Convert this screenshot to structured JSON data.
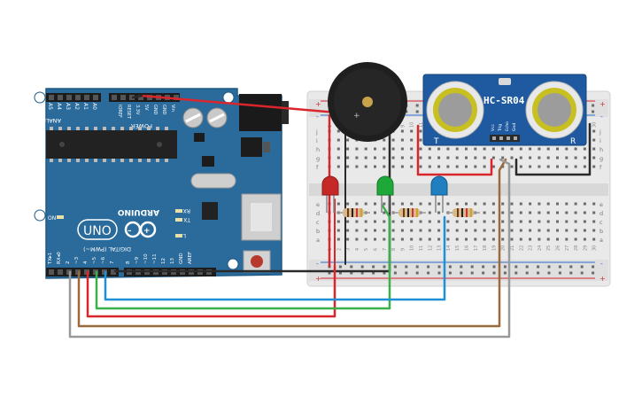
{
  "arduino": {
    "brand": "ARDUINO",
    "model": "UNO",
    "power_label": "POWER",
    "power_pins": [
      "IOREF",
      "RESET",
      "3.3V",
      "5V",
      "GND",
      "GND",
      "Vin"
    ],
    "analog_label": "ANALOG IN",
    "analog_pins": [
      "A0",
      "A1",
      "A2",
      "A3",
      "A4",
      "A5"
    ],
    "digital_label": "DIGITAL (PWM~)",
    "digital_pins": [
      "TX▸1",
      "RX◂0",
      "2",
      "~3",
      "4",
      "~5",
      "~6",
      "7",
      "8",
      "~9",
      "~10",
      "~11",
      "12",
      "13",
      "GND",
      "AREF"
    ],
    "led_labels": [
      "RX",
      "TX",
      "L"
    ],
    "on_label": "ON"
  },
  "sensor": {
    "model": "HC-SR04",
    "pins": [
      "Vcc",
      "Trig",
      "Echo",
      "Gnd"
    ],
    "left_mark": "T",
    "right_mark": "R"
  },
  "breadboard": {
    "row_letters_top": [
      "j",
      "i",
      "h",
      "g",
      "f"
    ],
    "row_letters_bottom": [
      "e",
      "d",
      "c",
      "b",
      "a"
    ],
    "column_numbers": [
      "1",
      "2",
      "3",
      "4",
      "5",
      "6",
      "7",
      "8",
      "9",
      "10",
      "11",
      "12",
      "13",
      "14",
      "15",
      "16",
      "17",
      "18",
      "19",
      "20",
      "21",
      "22",
      "23",
      "24",
      "25",
      "26",
      "27",
      "28",
      "29",
      "30"
    ],
    "rail_plus": "+",
    "rail_minus": "-"
  },
  "components": {
    "leds": [
      {
        "name": "red",
        "color": "#d63232"
      },
      {
        "name": "green",
        "color": "#1fa83a"
      },
      {
        "name": "blue",
        "color": "#1f7fc0"
      }
    ],
    "buzzer_label": "+"
  },
  "colors": {
    "board": "#2a6b9c",
    "wire_red": "#d9262c",
    "wire_black": "#2a2a2a",
    "wire_green": "#3bb04a",
    "wire_blue": "#1f8fd6",
    "wire_brown": "#9b6a3c",
    "wire_gray": "#9a9a9a"
  }
}
